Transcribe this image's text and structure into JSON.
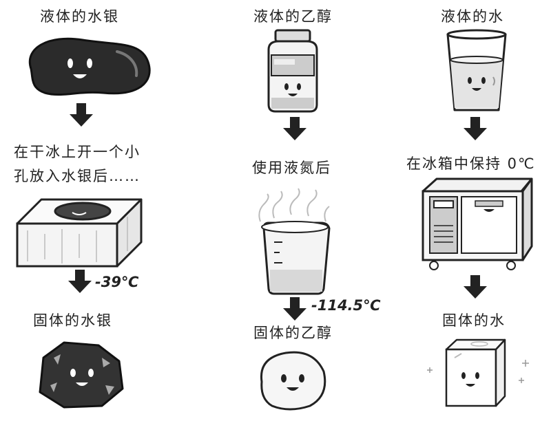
{
  "columns": [
    {
      "top_label": "液体的水银",
      "step_label_line1": "在干冰上开一个小",
      "step_label_line2": "孔放入水银后……",
      "temperature": "-39℃",
      "bottom_label": "固体的水银"
    },
    {
      "top_label": "液体的乙醇",
      "step_label_line1": "使用液氮后",
      "temperature": "-114.5℃",
      "bottom_label": "固体的乙醇"
    },
    {
      "top_label": "液体的水",
      "step_label_line1": "在冰箱中保持 0℃",
      "bottom_label": "固体的水"
    }
  ],
  "colors": {
    "ink": "#222222",
    "mercury": "#2b2b2b",
    "gray_fill": "#cfcfcf",
    "light_fill": "#eeeeee"
  }
}
